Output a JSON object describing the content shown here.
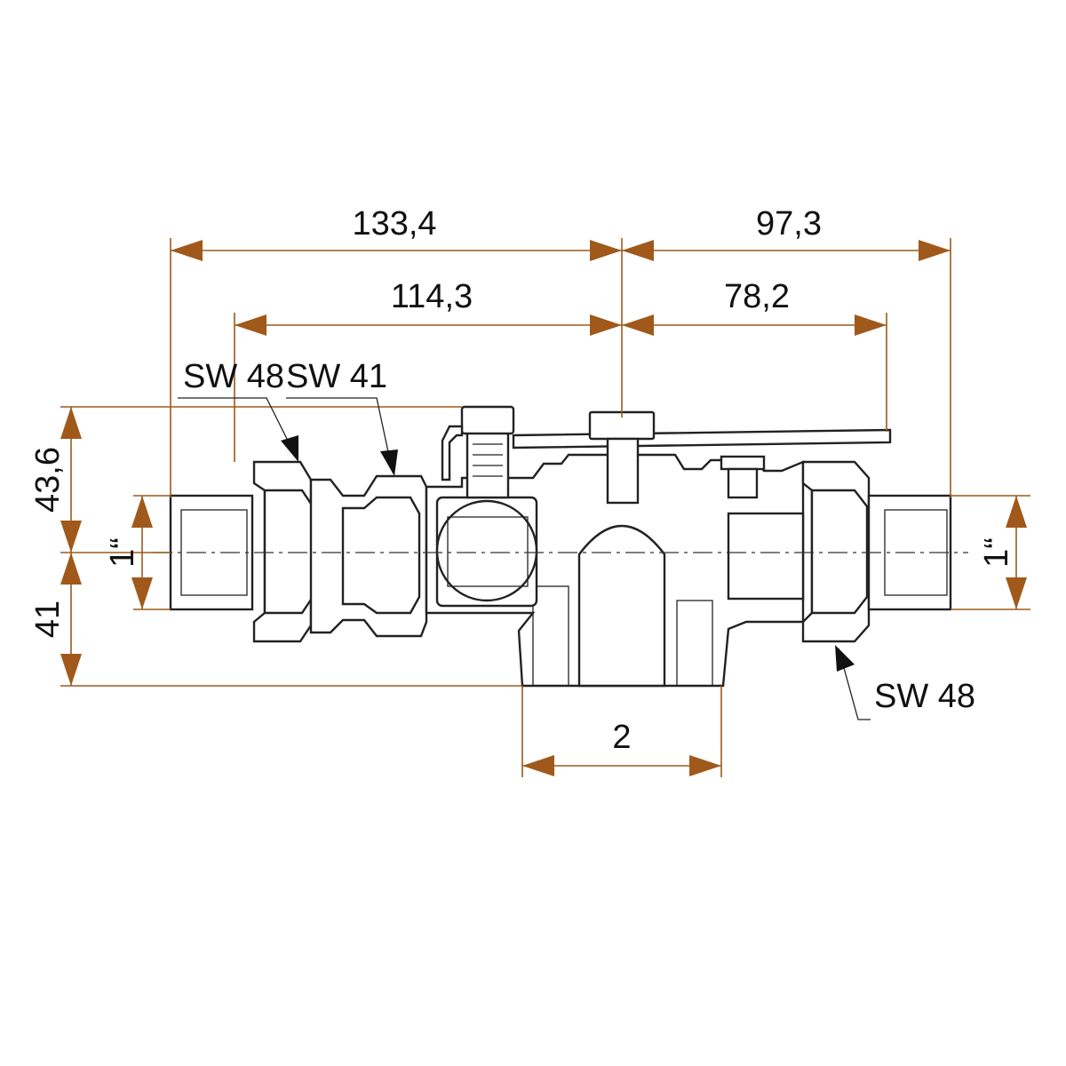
{
  "dimensions": {
    "top_left_outer": "133,4",
    "top_right_outer": "97,3",
    "top_left_inner": "114,3",
    "top_right_inner": "78,2",
    "left_upper": "43,6",
    "left_lower": "41",
    "bottom_outlet": "2",
    "left_thread": "1“",
    "right_thread": "1“"
  },
  "callouts": {
    "sw_left_a": "SW 48",
    "sw_left_b": "SW 41",
    "sw_right": "SW 48"
  },
  "colors": {
    "dimension_line": "#9a5a1c",
    "arrow": "#a0591a",
    "outline": "#222222"
  }
}
